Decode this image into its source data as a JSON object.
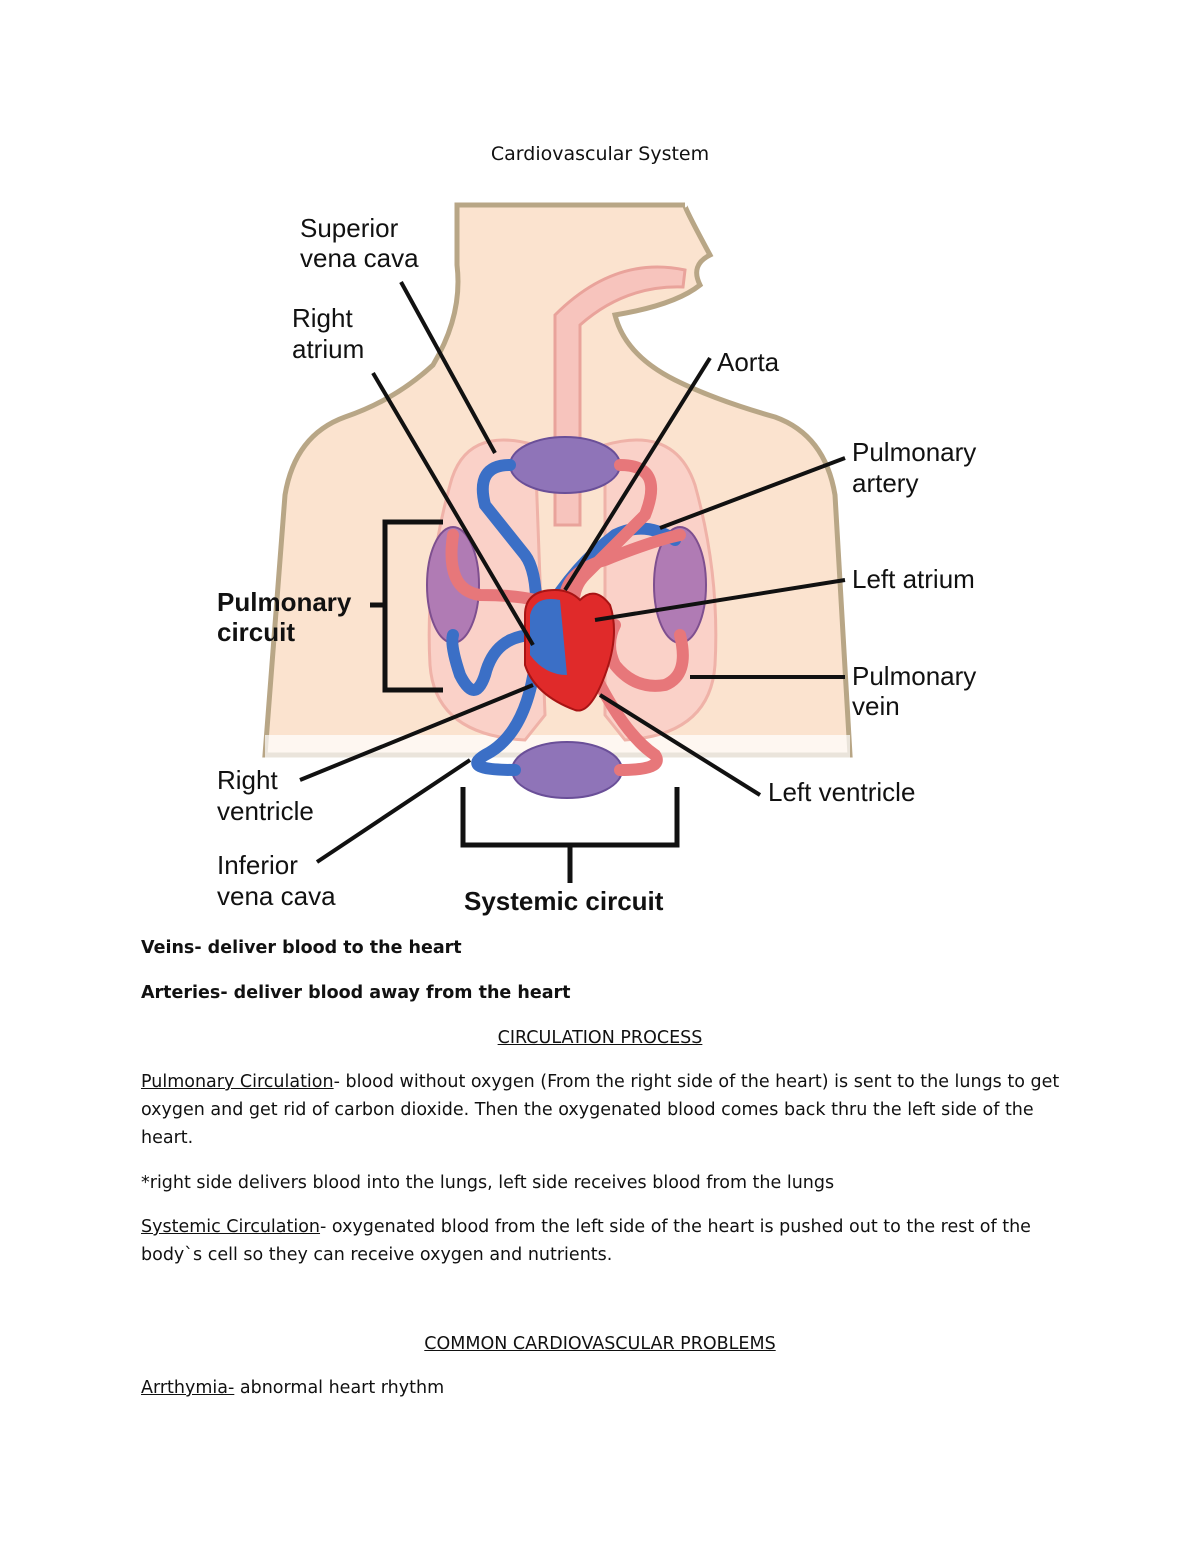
{
  "document": {
    "title": "Cardiovascular System"
  },
  "diagram": {
    "labels": {
      "superior_vena_cava_1": "Superior",
      "superior_vena_cava_2": "vena cava",
      "right_atrium_1": "Right",
      "right_atrium_2": "atrium",
      "aorta": "Aorta",
      "pulmonary_artery_1": "Pulmonary",
      "pulmonary_artery_2": "artery",
      "pulmonary_circuit_1": "Pulmonary",
      "pulmonary_circuit_2": "circuit",
      "left_atrium": "Left atrium",
      "pulmonary_vein_1": "Pulmonary",
      "pulmonary_vein_2": "vein",
      "right_ventricle_1": "Right",
      "right_ventricle_2": "ventricle",
      "left_ventricle": "Left ventricle",
      "inferior_vena_cava_1": "Inferior",
      "inferior_vena_cava_2": "vena cava",
      "systemic_circuit": "Systemic circuit"
    },
    "colors": {
      "deoxygenated": "#3b6fc6",
      "oxygenated": "#e7777a",
      "heart": "#e02a2a",
      "skin": "#fbe3cf",
      "outline": "#b8a686",
      "capillary": "#8f74b8"
    }
  },
  "content": {
    "veins_term": "Veins- deliver blood to the heart",
    "arteries_term": "Arteries- deliver blood away from the heart",
    "circulation_heading": "CIRCULATION PROCESS",
    "pulmonary_term": "Pulmonary Circulation",
    "pulmonary_text": "- blood without oxygen (From the right side of the heart) is sent to the lungs to get oxygen and get rid of carbon dioxide. Then the oxygenated blood comes back thru the left side of the heart.",
    "note": "*right side delivers blood into the lungs, left side receives blood from the lungs",
    "systemic_term": "Systemic Circulation",
    "systemic_text": "- oxygenated blood from the left side of the heart is pushed out to the rest of the body`s cell so they can receive oxygen and nutrients.",
    "problems_heading": "COMMON CARDIOVASCULAR PROBLEMS",
    "arrhythmia_term": "Arrthymia-",
    "arrhythmia_text": " abnormal heart rhythm"
  }
}
